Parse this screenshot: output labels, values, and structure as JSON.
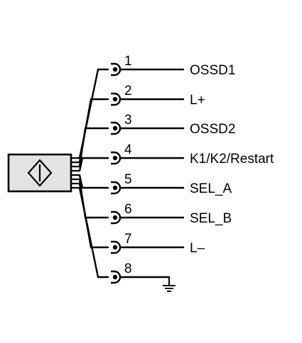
{
  "connector": {
    "icon": "diamond-sensor-icon",
    "pins": [
      {
        "number": "1",
        "label": "OSSD1"
      },
      {
        "number": "2",
        "label": "L+"
      },
      {
        "number": "3",
        "label": "OSSD2"
      },
      {
        "number": "4",
        "label": "K1/K2/Restart"
      },
      {
        "number": "5",
        "label": "SEL_A"
      },
      {
        "number": "6",
        "label": "SEL_B"
      },
      {
        "number": "7",
        "label": "L–"
      },
      {
        "number": "8",
        "label": "",
        "icon": "ground-icon"
      }
    ]
  }
}
